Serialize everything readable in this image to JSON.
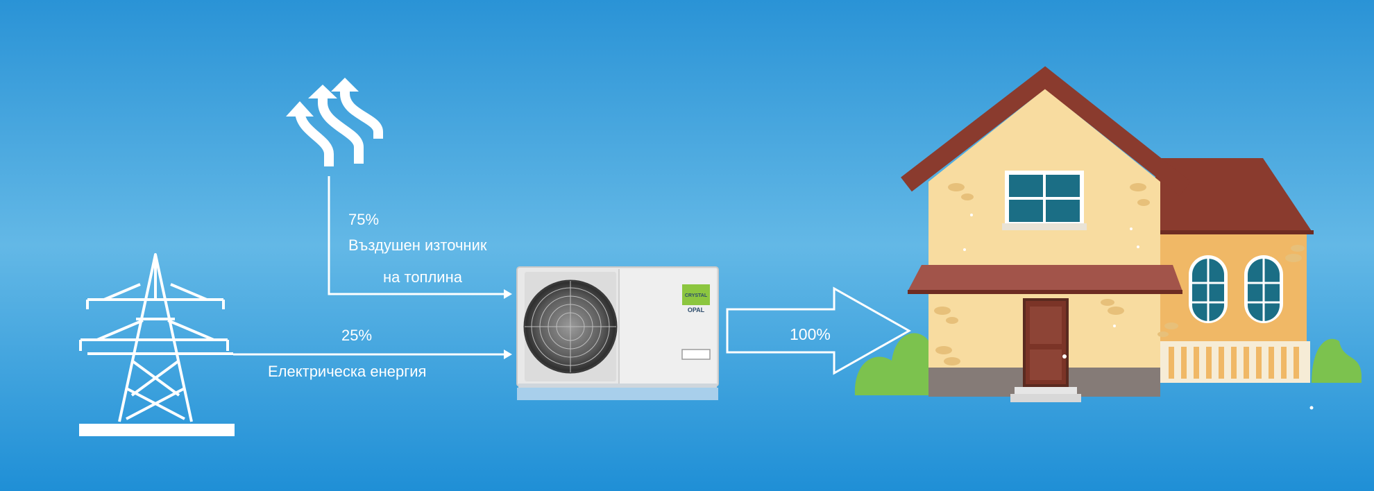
{
  "air_source": {
    "percent": "75%",
    "label_line1": "Въздушен източник",
    "label_line2": "на топлина"
  },
  "electric": {
    "percent": "25%",
    "label": "Електрическа енергия"
  },
  "output": {
    "percent": "100%"
  },
  "unit": {
    "brand": "CRYSTAL",
    "model": "OPAL"
  },
  "colors": {
    "sky_top": "#2a93d6",
    "sky_mid": "#63b8e6",
    "sky_bottom": "#1f8fd6",
    "line": "#ffffff",
    "roof": "#8a3b2e",
    "wall": "#f8dca0",
    "wall_annex": "#f0b866",
    "window": "#1b6e85",
    "door": "#7b3427",
    "bush": "#7cc24e",
    "plinth": "#857b77",
    "unit_body": "#e8e8e8",
    "unit_logo": "#8cc63f"
  }
}
